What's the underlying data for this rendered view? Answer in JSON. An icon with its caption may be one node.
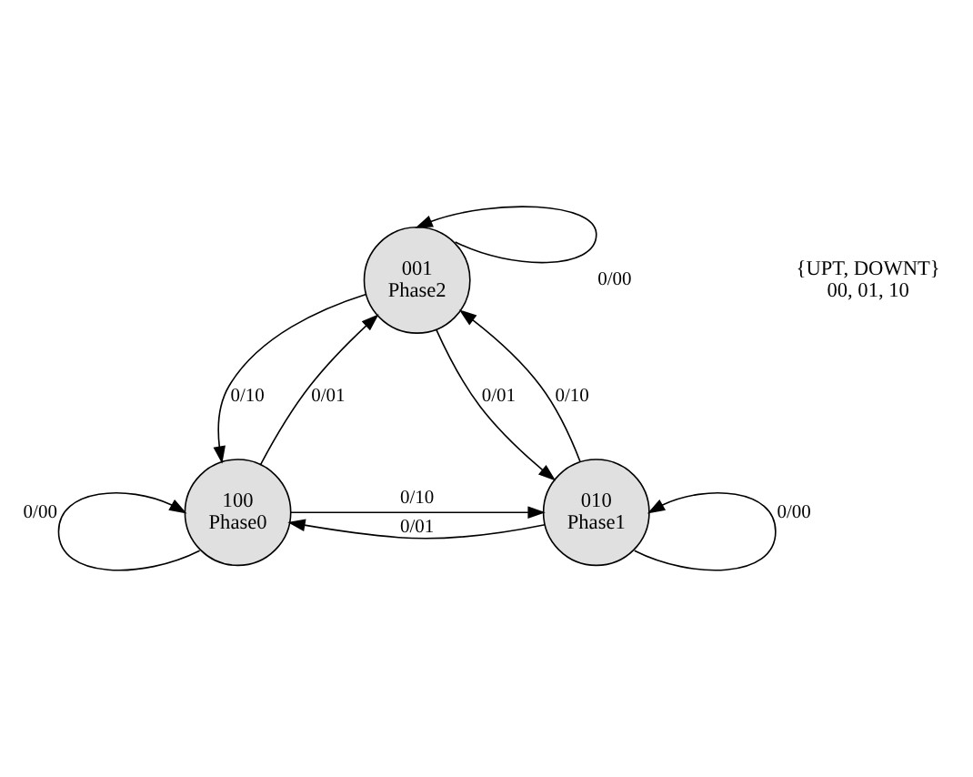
{
  "diagram": {
    "nodes": [
      {
        "text": [
          "001",
          "Phase2"
        ]
      },
      {
        "text": [
          "100",
          "Phase0"
        ]
      },
      {
        "text": [
          "010",
          "Phase1"
        ]
      }
    ],
    "edges": [
      {
        "from": 0,
        "to": 0,
        "arrow": "to",
        "label": "0/00"
      },
      {
        "from": 1,
        "to": 0,
        "arrow": "to",
        "label": "0/01"
      },
      {
        "from": 0,
        "to": 1,
        "arrow": "to",
        "label": "0/10"
      },
      {
        "from": 0,
        "to": 2,
        "arrow": "to",
        "label": "0/01"
      },
      {
        "from": 2,
        "to": 0,
        "arrow": "to",
        "label": "0/10"
      },
      {
        "from": 1,
        "to": 2,
        "arrow": "to",
        "label": "0/10"
      },
      {
        "from": 2,
        "to": 1,
        "arrow": "to",
        "label": "0/01"
      },
      {
        "from": 1,
        "to": 1,
        "arrow": "to",
        "label": "0/00"
      },
      {
        "from": 2,
        "to": 2,
        "arrow": "to",
        "label": "0/00"
      }
    ],
    "labels": [
      "{UPT, DOWNT}",
      "00, 01, 10"
    ]
  }
}
